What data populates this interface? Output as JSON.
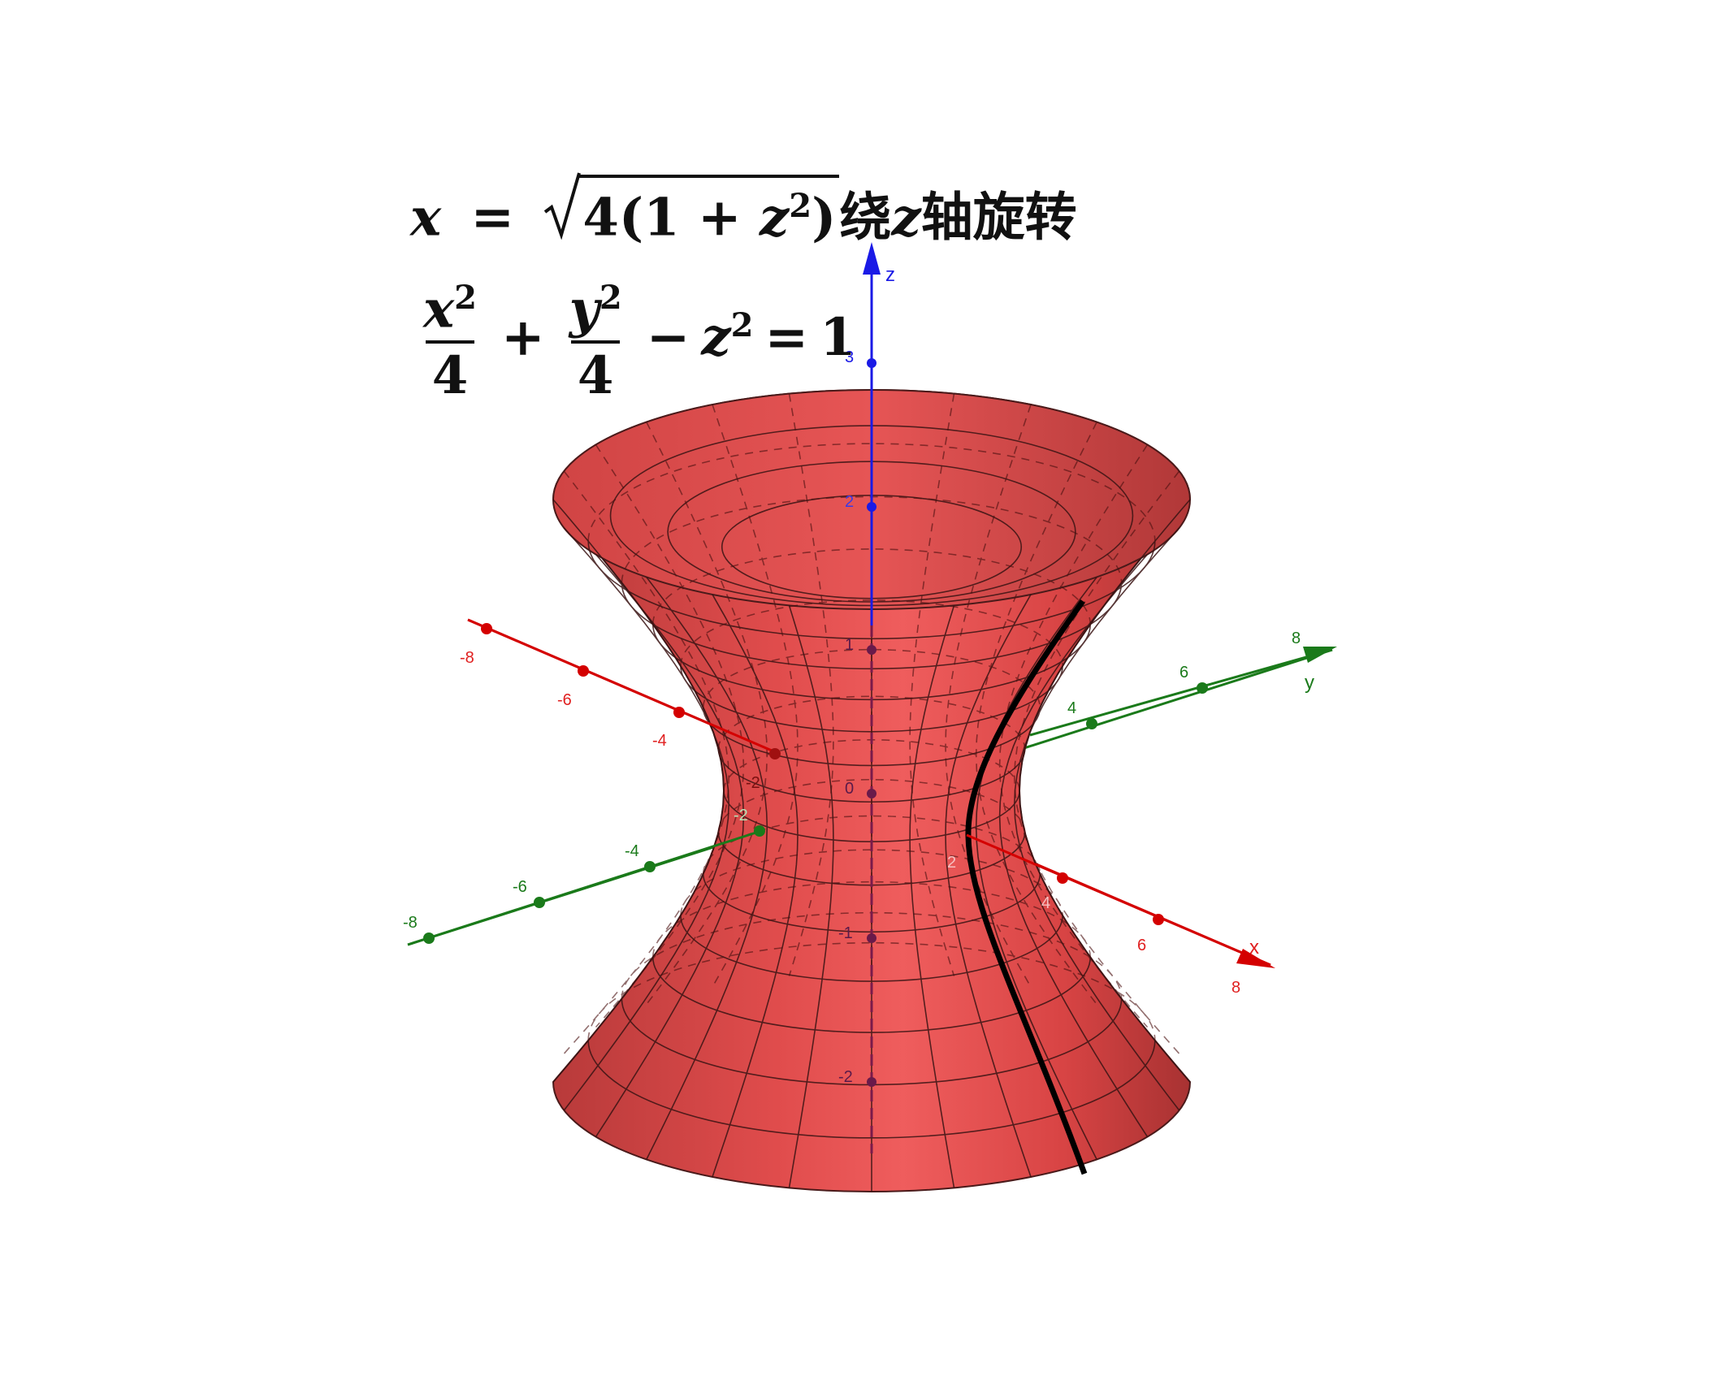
{
  "equations": {
    "line1": {
      "lhs": "x",
      "eq": "=",
      "radicand_prefix": "4(1 + ",
      "radicand_var": "z",
      "radicand_exp": "2",
      "radicand_suffix": ")",
      "text_a": "绕",
      "axis_var": "z",
      "text_b": "轴旋转"
    },
    "line2": {
      "num1_var": "x",
      "num1_exp": "2",
      "den1": "4",
      "plus": "+",
      "num2_var": "y",
      "num2_exp": "2",
      "den2": "4",
      "minus": "−",
      "term3_var": "z",
      "term3_exp": "2",
      "eq": "=",
      "rhs": "1"
    }
  },
  "axes": {
    "x": {
      "label": "x",
      "color": "#d40000",
      "ticks": [
        "-8",
        "-6",
        "-4",
        "-2",
        "2",
        "4",
        "6",
        "8"
      ]
    },
    "y": {
      "label": "y",
      "color": "#1a7a1a",
      "ticks": [
        "-8",
        "-6",
        "-4",
        "-2",
        "4",
        "6",
        "8"
      ]
    },
    "z": {
      "label": "z",
      "color": "#1a1ae6",
      "ticks": [
        "3",
        "2",
        "1",
        "0",
        "-1",
        "-2"
      ]
    }
  },
  "surface": {
    "name": "hyperboloid of one sheet",
    "color": "#e04848",
    "generating_curve_color": "#000000"
  }
}
